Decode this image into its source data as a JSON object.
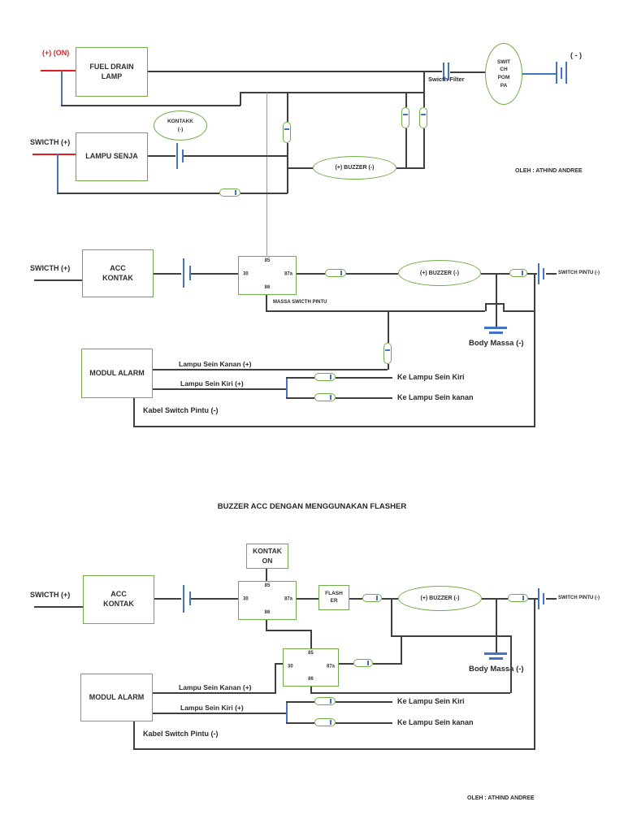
{
  "relay": {
    "p85": "85",
    "p30": "30",
    "p87a": "87a",
    "p86": "86"
  },
  "colors": {
    "component_green": "#70ad47",
    "electric_blue": "#4472c4",
    "wire_dark": "#3f3f3f",
    "hot_red": "#e01f1f"
  },
  "labels": {
    "plus_on": "(+) (ON)",
    "fuel_drain_lamp": "FUEL DRAIN LAMP",
    "swicth_plus": "SWICTH (+)",
    "lampu_senja": "LAMPU SENJA",
    "kontakk": "KONTAKK",
    "kontakk_minus": "(-)",
    "swicth_filter": "Swicth Filter",
    "pompa": "SWIT CH POM PA",
    "minus": "( - )",
    "buzzer": "(+)  BUZZER  (-)",
    "acc_kontak": "ACC KONTAK",
    "massa_swicth_pintu": "MASSA SWICTH PINTU",
    "switch_pintu_minus": "SWITCH PINTU (-)",
    "body_massa": "Body Massa (-)",
    "modul_alarm": "MODUL ALARM",
    "lampu_sein_kanan": "Lampu Sein Kanan (+)",
    "lampu_sein_kiri": "Lampu Sein Kiri  (+)",
    "ke_lampu_sein_kiri": "Ke Lampu Sein Kiri",
    "ke_lampu_sein_kanan": "Ke Lampu Sein kanan",
    "kabel_switch_pintu": "Kabel Switch Pintu (-)",
    "author": "OLEH : ATHIND ANDREE",
    "title2": "BUZZER ACC DENGAN MENGGUNAKAN FLASHER",
    "kontak_on": "KONTAK ON",
    "flasher": "FLASH ER"
  }
}
